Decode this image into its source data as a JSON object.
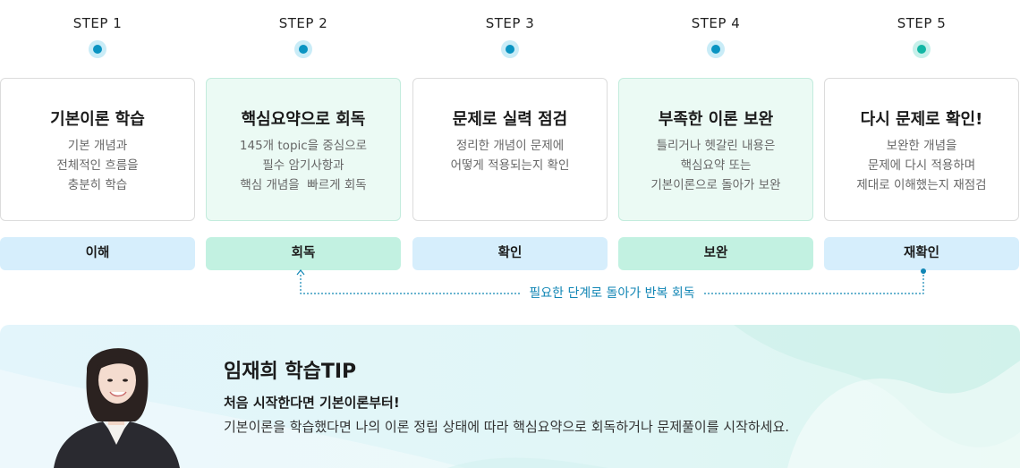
{
  "steps": [
    {
      "step": "STEP 1",
      "title": "기본이론 학습",
      "desc": [
        "기본 개념과",
        "전체적인 흐름을",
        "충분히 학습"
      ],
      "pill": "이해"
    },
    {
      "step": "STEP 2",
      "title": "핵심요약으로 회독",
      "desc": [
        "145개 topic을 중심으로",
        "필수 암기사항과",
        "핵심 개념을  빠르게 회독"
      ],
      "pill": "회독"
    },
    {
      "step": "STEP 3",
      "title": "문제로 실력 점검",
      "desc": [
        "정리한 개념이 문제에",
        "어떻게 적용되는지 확인"
      ],
      "pill": "확인"
    },
    {
      "step": "STEP 4",
      "title": "부족한 이론 보완",
      "desc": [
        "틀리거나 헷갈린 내용은",
        "핵심요약 또는",
        "기본이론으로 돌아가 보완"
      ],
      "pill": "보완"
    },
    {
      "step": "STEP 5",
      "title": "다시 문제로 확인!",
      "desc": [
        "보완한 개념을",
        "문제에 다시 적용하며",
        "제대로 이해했는지 재점검"
      ],
      "pill": "재확인"
    }
  ],
  "loop_note": "필요한 단계로 돌아가 반복 회독",
  "tip": {
    "title": "임재희 학습TIP",
    "subtitle": "처음 시작한다면 기본이론부터!",
    "body": "기본이론을 학습했다면 나의 이론 정립 상태에 따라 핵심요약으로 회독하거나 문제풀이를 시작하세요."
  },
  "colors": {
    "blue_dot": "#0a94c2",
    "teal_dot": "#13b6a4",
    "mint_card": "#ebfaf4",
    "blue_pill": "#d6eefc",
    "mint_pill": "#c2f1e1",
    "loop_line": "#1186b5"
  }
}
